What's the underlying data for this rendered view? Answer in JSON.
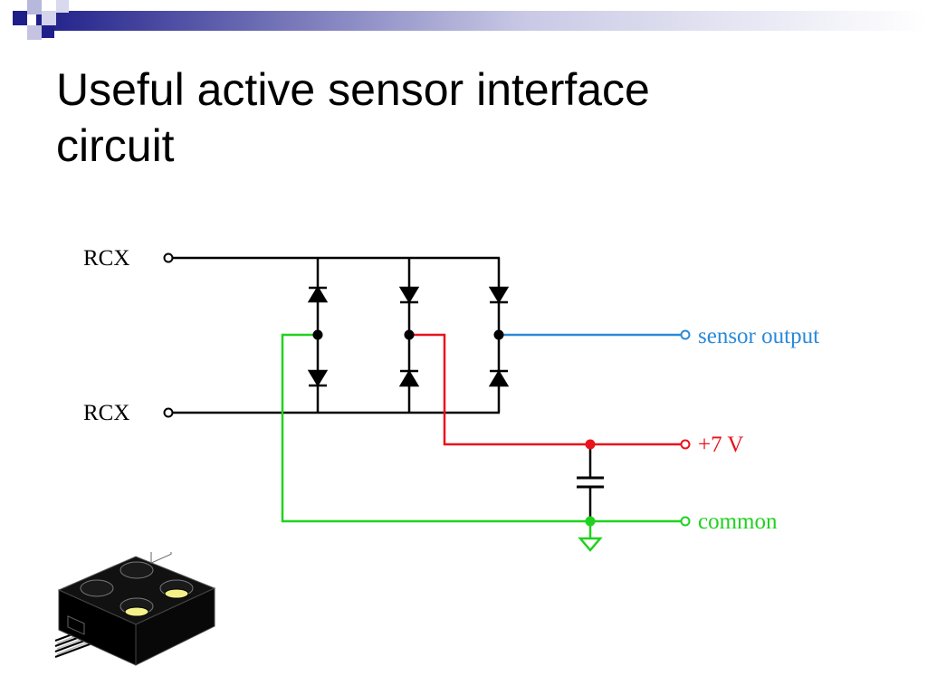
{
  "slide": {
    "title_line1": "Useful active sensor interface",
    "title_line2": "circuit"
  },
  "circuit": {
    "labels": {
      "rcx_top": "RCX",
      "rcx_bottom": "RCX",
      "sensor_output": "sensor output",
      "plus_7v": "+7 V",
      "common": "common"
    },
    "colors": {
      "wire": "#000000",
      "sensor_output": "#2a8ad8",
      "positive": "#e8131b",
      "common": "#1ed21e",
      "header_navy": "#1f1f8a"
    }
  },
  "image": {
    "icon": "lego-sensor-brick-icon"
  }
}
